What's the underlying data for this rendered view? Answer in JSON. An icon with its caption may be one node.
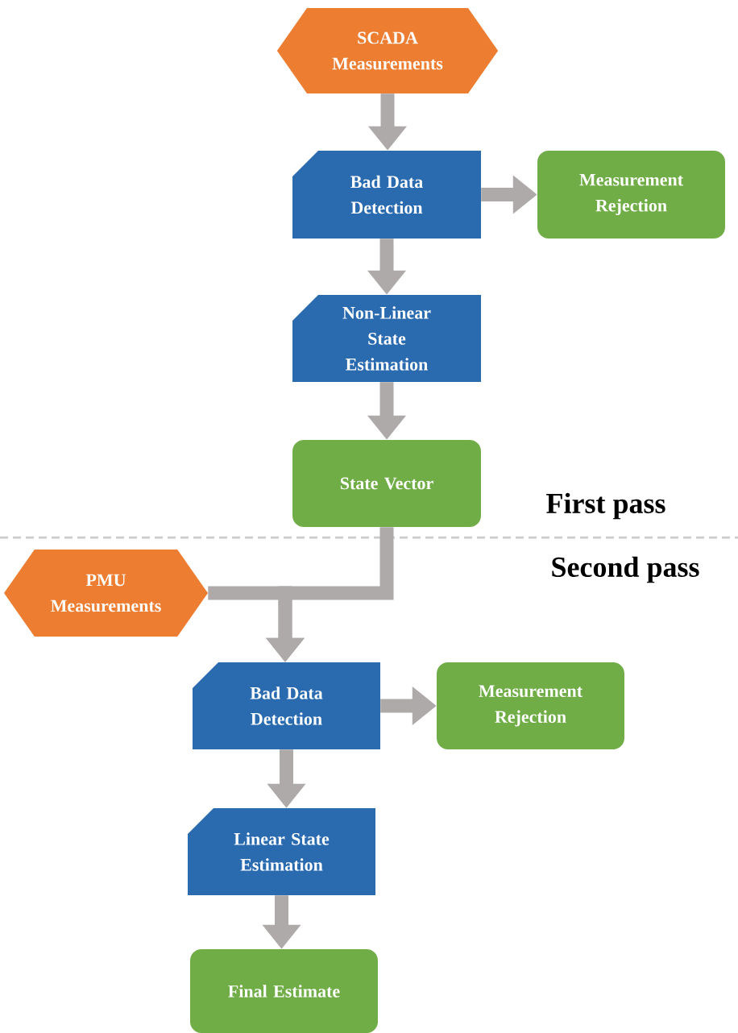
{
  "diagram": {
    "nodes": [
      {
        "text": [
          "SCADA Measurements"
        ]
      },
      {
        "text": [
          "Bad Data Detection"
        ]
      },
      {
        "text": [
          "Measurement Rejection"
        ]
      },
      {
        "text": [
          "Non-Linear State Estimation"
        ]
      },
      {
        "text": [
          "State Vector"
        ]
      },
      {
        "text": [
          "PMU Measurements"
        ]
      },
      {
        "text": [
          "Bad Data Detection"
        ]
      },
      {
        "text": [
          "Measurement Rejection"
        ]
      },
      {
        "text": [
          "Linear State Estimation"
        ]
      },
      {
        "text": [
          "Final Estimate"
        ]
      }
    ],
    "edges": [
      {
        "from": 0,
        "to": 1,
        "arrow": "to"
      },
      {
        "from": 1,
        "to": 2,
        "arrow": "to"
      },
      {
        "from": 1,
        "to": 3,
        "arrow": "to"
      },
      {
        "from": 3,
        "to": 4,
        "arrow": "to"
      },
      {
        "from": 4,
        "to": 6,
        "arrow": "to"
      },
      {
        "from": 5,
        "to": 6,
        "arrow": "to"
      },
      {
        "from": 6,
        "to": 7,
        "arrow": "to"
      },
      {
        "from": 6,
        "to": 8,
        "arrow": "to"
      },
      {
        "from": 8,
        "to": 9,
        "arrow": "to"
      }
    ],
    "labels": [
      "First pass",
      "Second pass"
    ]
  }
}
